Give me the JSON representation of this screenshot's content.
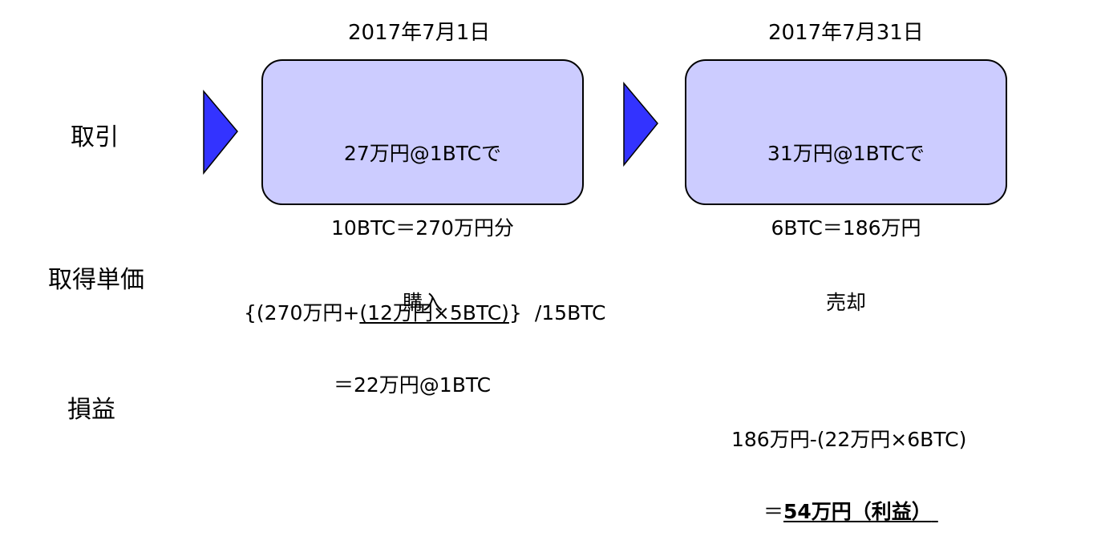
{
  "dates": {
    "purchase": "2017年7月1日",
    "sale": "2017年7月31日"
  },
  "row_labels": {
    "transaction": "取引",
    "acquisition_price": "取得単価",
    "profit_loss": "損益"
  },
  "boxes": {
    "purchase": {
      "line1": "27万円@1BTCで",
      "line2": "10BTC＝270万円分",
      "line3": "購入"
    },
    "sale": {
      "line1": "31万円@1BTCで",
      "line2": "6BTC＝186万円",
      "line3": "売却"
    }
  },
  "acquisition_formula": {
    "open": "{(270万円+",
    "underlined": "(12万円×5BTC)",
    "close": "}",
    "divisor": "/15BTC",
    "result": "＝22万円@1BTC"
  },
  "profit_formula": {
    "line1": "186万円-(22万円×6BTC)",
    "result_prefix": "＝",
    "result_bold": "54万円（利益）",
    "result_trailing": " "
  },
  "colors": {
    "box_fill": "#ccccff",
    "arrow_fill": "#3333ff",
    "border": "#000000"
  },
  "icons": {
    "arrow1": "triangle-right-icon",
    "arrow2": "triangle-right-icon"
  }
}
